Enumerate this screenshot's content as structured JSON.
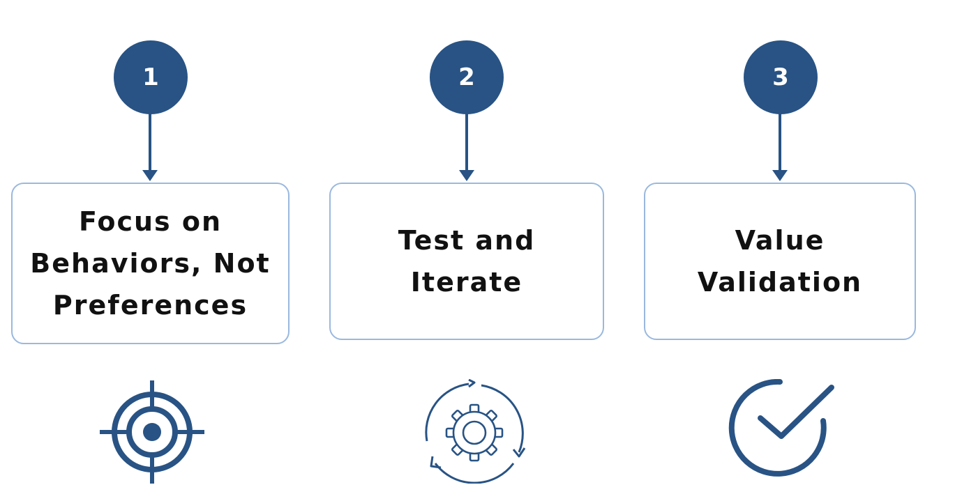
{
  "accent_color": "#285384",
  "card_border_color": "#9ab8de",
  "steps": [
    {
      "number": "1",
      "label": "Focus on\nBehaviors, Not\nPreferences",
      "icon": "target-icon"
    },
    {
      "number": "2",
      "label": "Test and\nIterate",
      "icon": "refresh-gear-icon"
    },
    {
      "number": "3",
      "label": "Value\nValidation",
      "icon": "check-circle-icon"
    }
  ]
}
